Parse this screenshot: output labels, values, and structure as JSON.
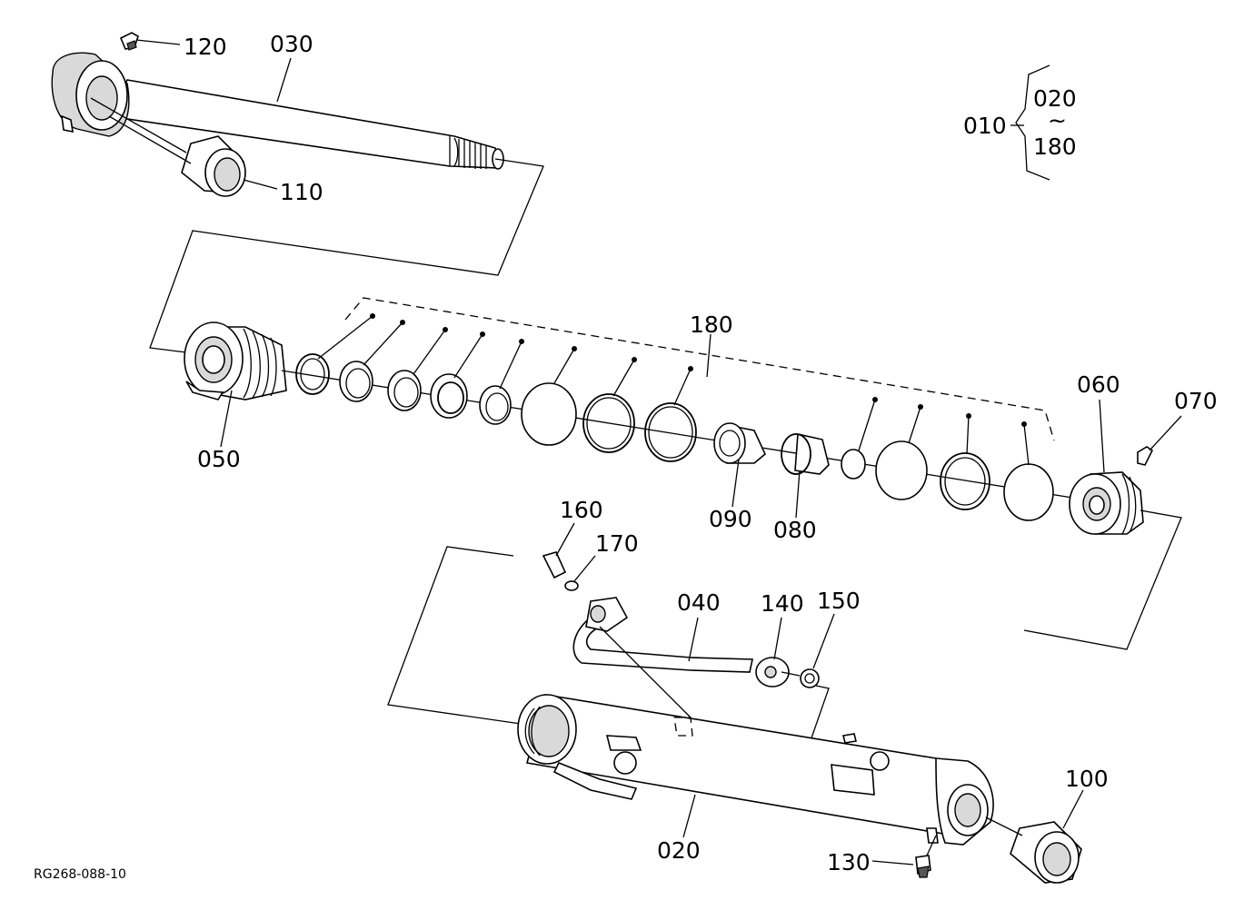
{
  "labels": {
    "l120": "120",
    "l030": "030",
    "l110": "110",
    "l010": "010",
    "l020a": "020",
    "ltilde": "~",
    "l180a": "180",
    "l180b": "180",
    "l050": "050",
    "l060": "060",
    "l070": "070",
    "l090": "090",
    "l080": "080",
    "l160": "160",
    "l170": "170",
    "l040": "040",
    "l140": "140",
    "l150": "150",
    "l100": "100",
    "l020b": "020",
    "l130": "130"
  },
  "reference": "RG268-088-10"
}
